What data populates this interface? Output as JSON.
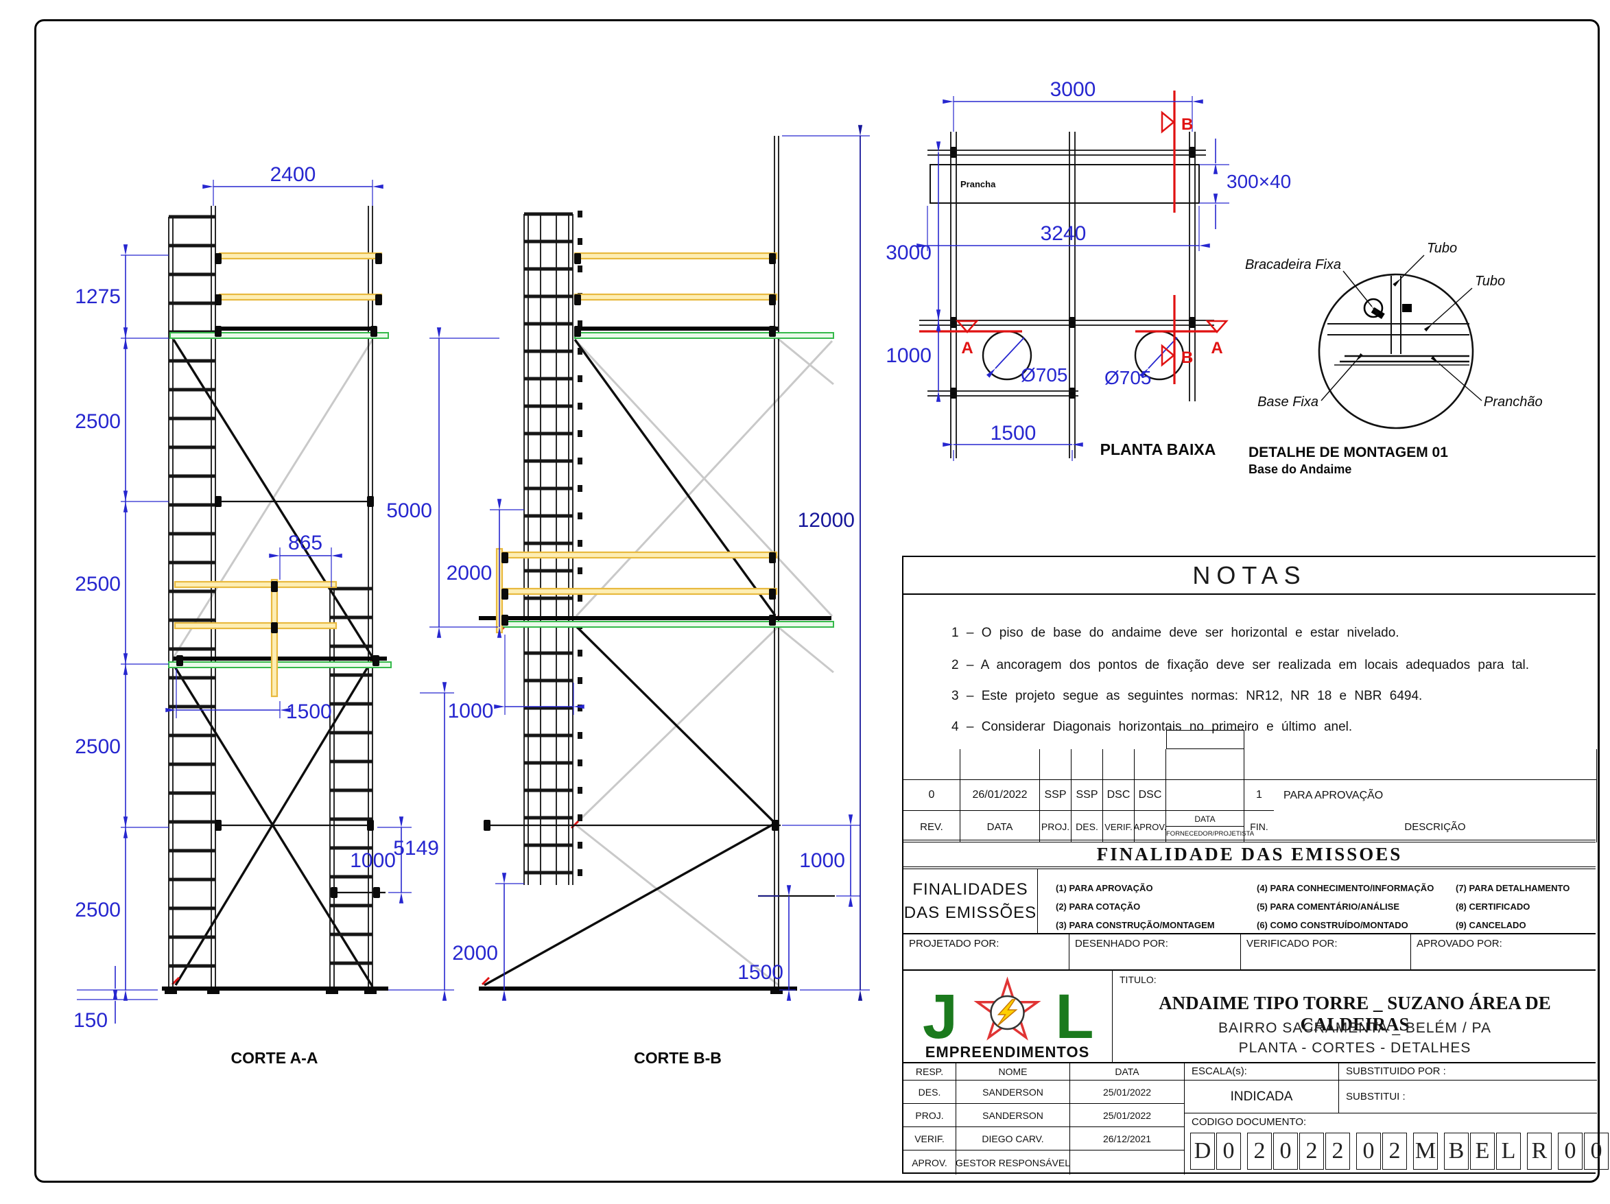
{
  "colors": {
    "dim_blue": "#2626cf",
    "dim_navy": "#16169a",
    "red": "#e01212",
    "yellow": "#e8b93e",
    "green": "#35b94a",
    "gray": "#c9c9c9"
  },
  "corteA": {
    "label": "CORTE A-A",
    "dim_2400": "2400",
    "dim_1275": "1275",
    "dims_2500": [
      "2500",
      "2500",
      "2500",
      "2500"
    ],
    "dim_150": "150",
    "dim_865": "865",
    "dim_1500": "1500",
    "dim_1000": "1000",
    "dim_5149": "5149"
  },
  "corteB": {
    "label": "CORTE B-B",
    "dim_5000": "5000",
    "dim_2000a": "2000",
    "dim_1000a": "1000",
    "dim_2000b": "2000",
    "dim_12000": "12000",
    "dim_1000b": "1000",
    "dim_1500": "1500"
  },
  "planta": {
    "label": "PLANTA BAIXA",
    "prancha": "Prancha",
    "dim_3000_top": "3000",
    "dim_3240": "3240",
    "dim_3000_left": "3000",
    "dim_1000": "1000",
    "dim_1500": "1500",
    "dim_300x40": "300×40",
    "dia_left": "Ø705",
    "dia_right": "Ø705",
    "marker_a_left": "A",
    "marker_a_right": "A",
    "marker_b_top": "B",
    "marker_b_bottom": "B"
  },
  "detalhe": {
    "caption1": "DETALHE DE MONTAGEM 01",
    "caption2": "Base do Andaime",
    "bracadeira": "Bracadeira Fixa",
    "tubo_top": "Tubo",
    "tubo_right": "Tubo",
    "base_fixa": "Base Fixa",
    "pranchao": "Pranchão"
  },
  "notas": {
    "title": "NOTAS",
    "items": [
      "1  –  O piso de base do andaime deve ser horizontal e estar nivelado.",
      "2  –  A ancoragem dos pontos de fixação deve ser realizada em locais adequados para tal.",
      "3  –  Este projeto segue as seguintes normas: NR12, NR 18 e NBR 6494.",
      "4  –  Considerar Diagonais horizontais no primeiro e último anel."
    ]
  },
  "rev_table": {
    "row": {
      "rev": "0",
      "data": "26/01/2022",
      "proj": "SSP",
      "des": "SSP",
      "verif": "DSC",
      "aprov": "DSC",
      "fin": "1",
      "descricao": "PARA APROVAÇÃO"
    },
    "headers": {
      "rev": "REV.",
      "data": "DATA",
      "proj": "PROJ.",
      "des": "DES.",
      "verif": "VERIF.",
      "aprov": "APROV.",
      "forn_a": "DATA",
      "forn_b": "FORNECEDOR/PROJETISTA",
      "fin": "FIN.",
      "descricao": "DESCRIÇÃO"
    }
  },
  "finalidade_band": "FINALIDADE DAS EMISSOES",
  "finalidades": {
    "title1": "FINALIDADES",
    "title2": "DAS EMISSÕES",
    "col1": [
      "(1)  PARA  APROVAÇÃO",
      "(2)  PARA  COTAÇÃO",
      "(3)  PARA  CONSTRUÇÃO/MONTAGEM"
    ],
    "col2": [
      "(4)  PARA  CONHECIMENTO/INFORMAÇÃO",
      "(5)  PARA  COMENTÁRIO/ANÁLISE",
      "(6)  COMO  CONSTRUÍDO/MONTADO"
    ],
    "col3": [
      "(7)  PARA  DETALHAMENTO",
      "(8)  CERTIFICADO",
      "(9)  CANCELADO"
    ]
  },
  "assinaturas": {
    "projetado": "PROJETADO  POR:",
    "desenhado": "DESENHADO  POR:",
    "verificado": "VERIFICADO  POR:",
    "aprovado": "APROVADO  POR:"
  },
  "logo": {
    "letter_j": "J",
    "letter_l": "L",
    "name": "EMPREENDIMENTOS"
  },
  "titulo": {
    "label": "TITULO:",
    "line1": "ANDAIME  TIPO  TORRE  _  SUZANO  ÁREA  DE  CALDEIRAS",
    "line2": "BAIRRO  SACRAMENTA  _  BELÉM  /  PA",
    "line3": "PLANTA  -  CORTES  -  DETALHES"
  },
  "resp_table": {
    "headers": {
      "resp": "RESP.",
      "nome": "NOME",
      "data": "DATA"
    },
    "rows": [
      {
        "resp": "DES.",
        "nome": "SANDERSON",
        "data": "25/01/2022"
      },
      {
        "resp": "PROJ.",
        "nome": "SANDERSON",
        "data": "25/01/2022"
      },
      {
        "resp": "VERIF.",
        "nome": "DIEGO  CARV.",
        "data": "26/12/2021"
      },
      {
        "resp": "APROV.",
        "nome": "GESTOR  RESPONSÁVEL",
        "data": ""
      }
    ]
  },
  "escala": {
    "label": "ESCALA(s):",
    "value": "INDICADA",
    "substituido": "SUBSTITUIDO  POR  :",
    "substitui": "SUBSTITUI  :"
  },
  "codigo": {
    "label": "CODIGO  DOCUMENTO:",
    "chars": [
      "D",
      "0",
      "2",
      "0",
      "2",
      "2",
      "0",
      "2",
      "M",
      "B",
      "E",
      "L",
      "R",
      "0",
      "0"
    ]
  }
}
